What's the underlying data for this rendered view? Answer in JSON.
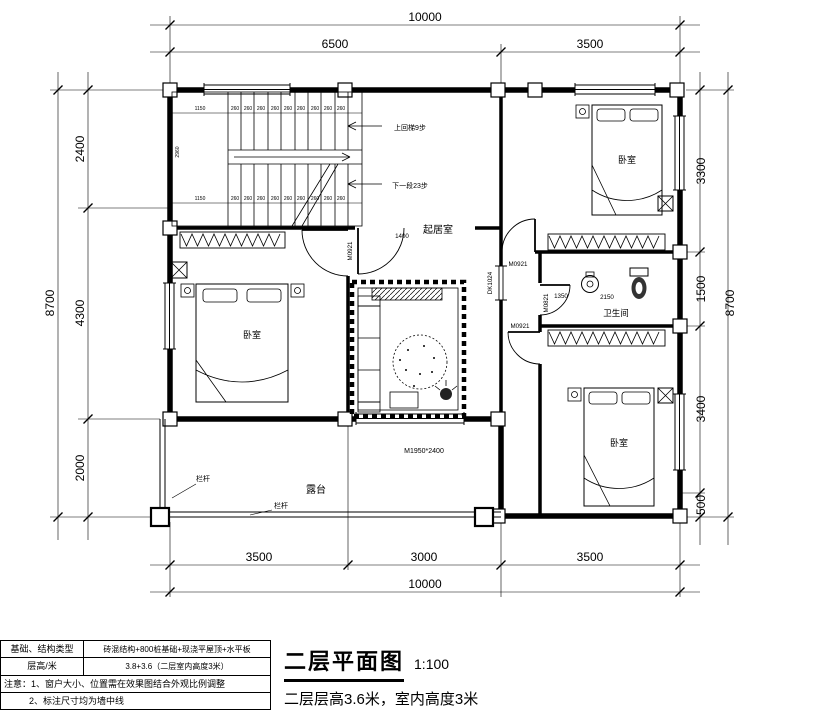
{
  "dims": {
    "w10000": "10000",
    "w6500": "6500",
    "w3500": "3500",
    "b3500l": "3500",
    "b3000": "3000",
    "b3500r": "3500",
    "b10000": "10000",
    "l8700": "8700",
    "l2400": "2400",
    "l4300": "4300",
    "l2000": "2000",
    "r8700": "8700",
    "r3300": "3300",
    "r1500": "1500",
    "r3400": "3400",
    "r500": "500",
    "s1150": "1150",
    "s260": "260",
    "s2960": "2960",
    "d1400": "1400",
    "bath1350": "1350",
    "bath2150": "2150"
  },
  "rooms": {
    "living": "起居室",
    "bedroom": "卧室",
    "bathroom": "卫生间",
    "terrace": "露台"
  },
  "labels": {
    "stair_up": "上回梯9步",
    "stair_down": "下一段23步",
    "railing": "栏杆",
    "m0921": "M0921",
    "m0821": "M0821",
    "dk1024": "DK1024",
    "window_main": "M1950*2400"
  },
  "title_block": {
    "title": "二层平面图",
    "scale": "1:100",
    "subtitle": "二层层高3.6米，室内高度3米"
  },
  "spec_table": {
    "row1_label": "基础、结构类型",
    "row1_value": "砖混结构+800桩基础+现浇平屋顶+水平板",
    "row2_label": "层高/米",
    "row2_value": "3.8+3.6（二层室内高度3米）",
    "note1": "注意：1、窗户大小、位置需在效果图结合外观比例调整",
    "note2": "2、标注尺寸均为墙中线"
  }
}
